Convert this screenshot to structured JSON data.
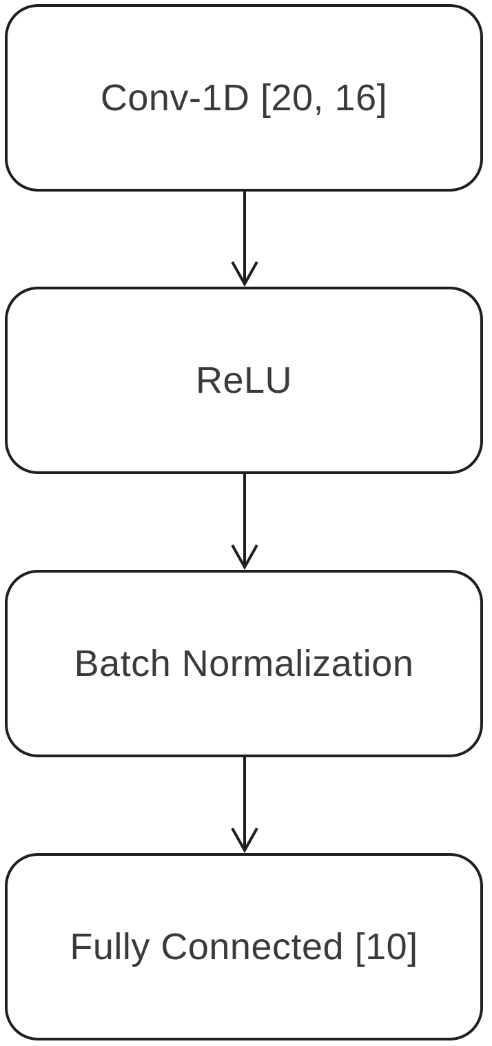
{
  "diagram": {
    "nodes": [
      {
        "label": "Conv-1D [20, 16]"
      },
      {
        "label": "ReLU"
      },
      {
        "label": "Batch Normalization"
      },
      {
        "label": "Fully Connected [10]"
      }
    ],
    "edges": [
      {
        "from": 0,
        "to": 1
      },
      {
        "from": 1,
        "to": 2
      },
      {
        "from": 2,
        "to": 3
      }
    ],
    "colors": {
      "stroke": "#1f1f1f",
      "text": "#3a3a3a",
      "background": "#ffffff"
    }
  }
}
